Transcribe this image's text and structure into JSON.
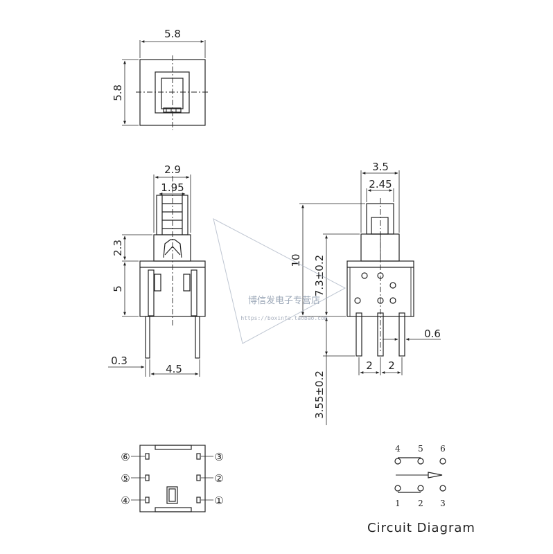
{
  "top_view": {
    "width": "5.8",
    "height": "5.8"
  },
  "front_view": {
    "top_width": "2.9",
    "inner_width": "1.95",
    "stem_height": "2.3",
    "body_height": "5",
    "pin_thickness": "0.3",
    "pin_spacing": "4.5"
  },
  "side_view": {
    "outer_width": "3.5",
    "inner_width": "2.45",
    "total_height": "10",
    "body_height": "7.3±0.2",
    "pin_length": "3.55±0.2",
    "pin_width": "0.6",
    "pitch_left": "2",
    "pitch_right": "2"
  },
  "pinout": {
    "pins": [
      "①",
      "②",
      "③",
      "④",
      "⑤",
      "⑥"
    ]
  },
  "circuit": {
    "top_labels": [
      "4",
      "5",
      "6"
    ],
    "bottom_labels": [
      "1",
      "2",
      "3"
    ],
    "caption": "Circuit Diagram"
  },
  "watermark": {
    "text": "博信发电子专营店",
    "url": "https://boxinfa.taobao.com"
  }
}
